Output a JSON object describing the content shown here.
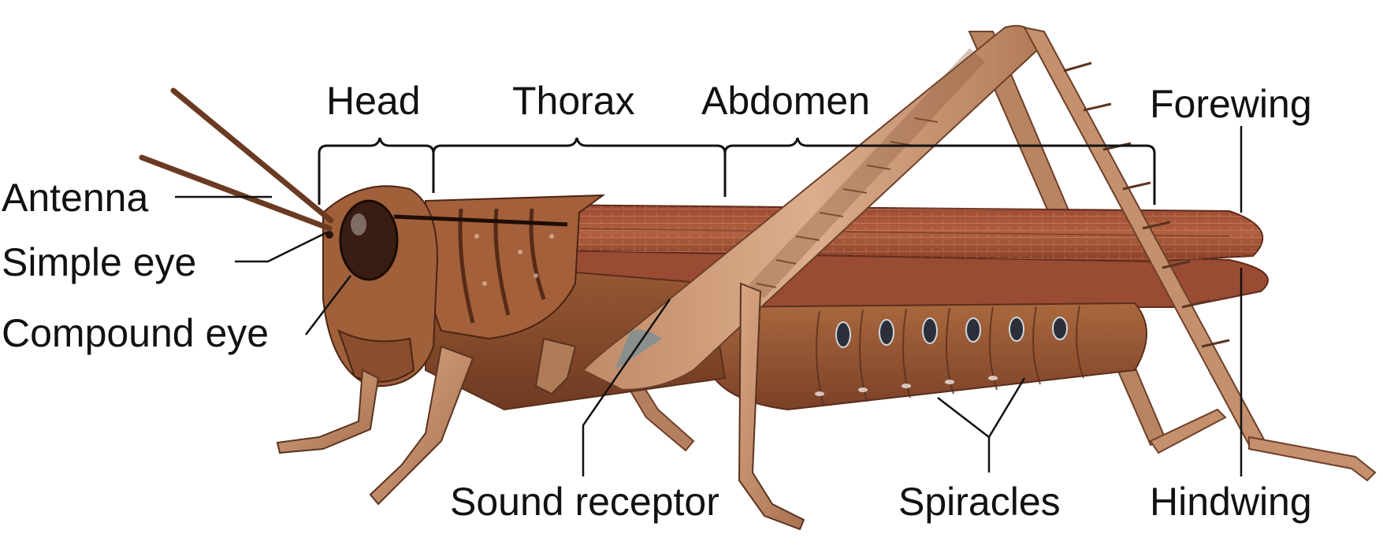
{
  "labels": {
    "head": "Head",
    "thorax": "Thorax",
    "abdomen": "Abdomen",
    "forewing": "Forewing",
    "antenna": "Antenna",
    "simple_eye": "Simple eye",
    "compound_eye": "Compound eye",
    "sound_receptor": "Sound receptor",
    "spiracles": "Spiracles",
    "hindwing": "Hindwing"
  },
  "colors": {
    "body": "#8a4a2c",
    "wing": "#a5553a",
    "limb": "#c99472",
    "line": "#111111"
  }
}
